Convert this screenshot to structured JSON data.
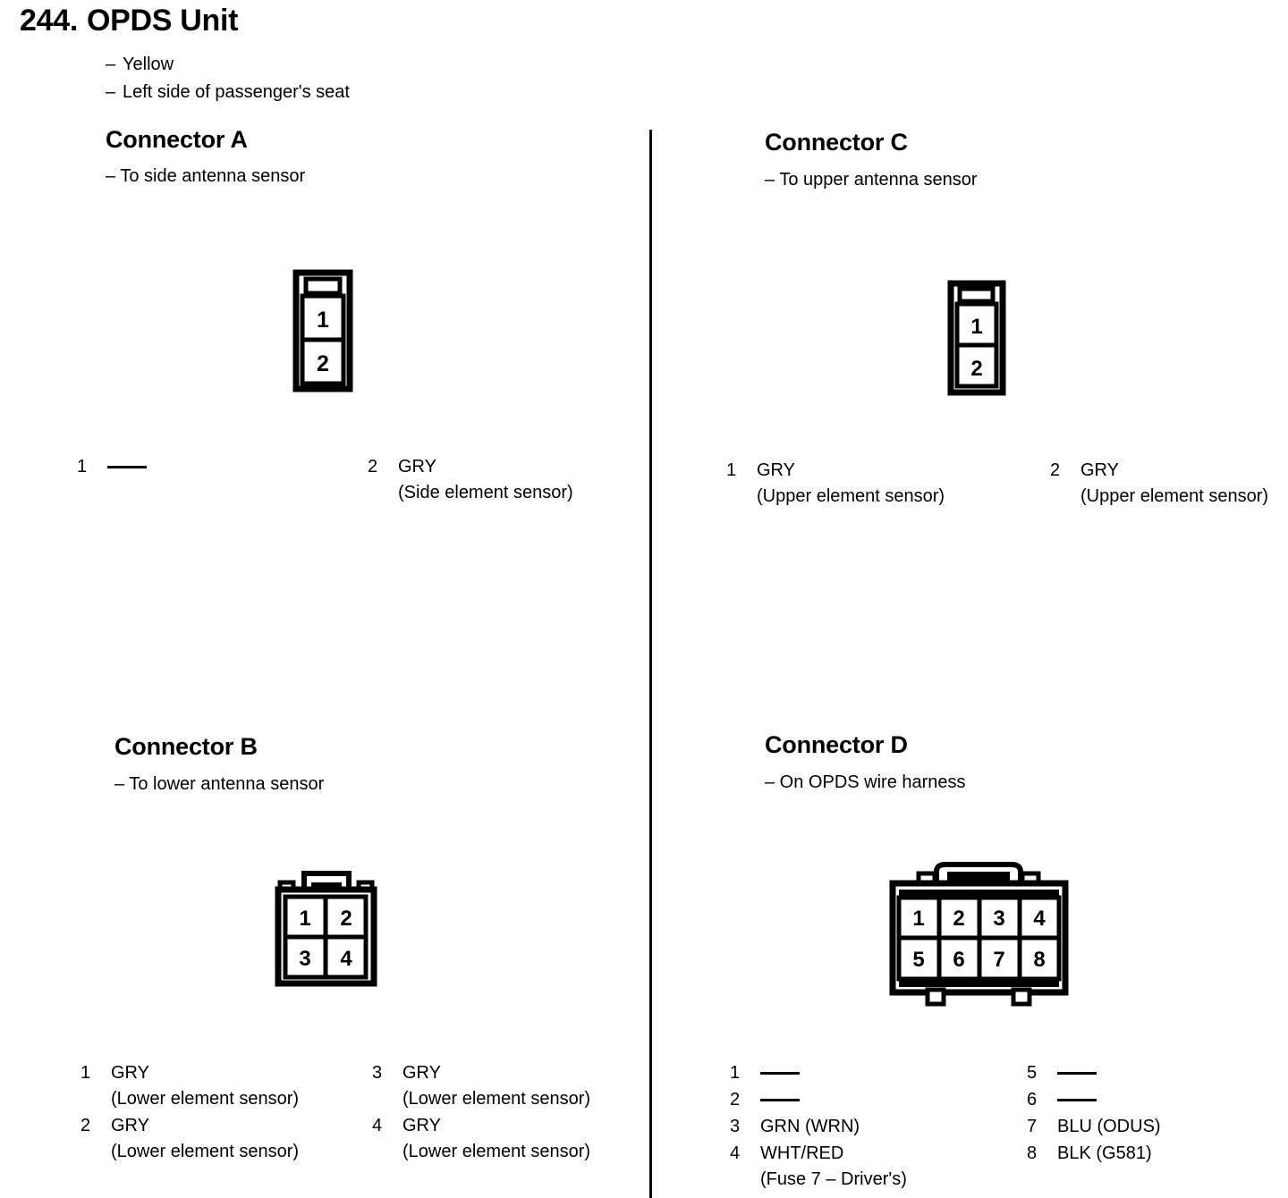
{
  "page": {
    "number": "244.",
    "title": "OPDS Unit",
    "notes": [
      "Yellow",
      "Left side of passenger's seat"
    ],
    "dash": "–"
  },
  "connectors": [
    {
      "id": "a",
      "title": "Connector A",
      "subtitle": "– To side antenna sensor",
      "layout": "2-pin-vertical",
      "cavities": [
        "1",
        "2"
      ],
      "pins_left": [
        {
          "no": "1",
          "wire": "",
          "detail": "",
          "empty": true
        }
      ],
      "pins_right": [
        {
          "no": "2",
          "wire": "GRY",
          "detail": "(Side element sensor)",
          "empty": false
        }
      ]
    },
    {
      "id": "b",
      "title": "Connector B",
      "subtitle": "– To lower antenna sensor",
      "layout": "4-pin-grid",
      "cavities": [
        "1",
        "2",
        "3",
        "4"
      ],
      "pins_left": [
        {
          "no": "1",
          "wire": "GRY",
          "detail": "(Lower element sensor)",
          "empty": false
        },
        {
          "no": "2",
          "wire": "GRY",
          "detail": "(Lower element sensor)",
          "empty": false
        }
      ],
      "pins_right": [
        {
          "no": "3",
          "wire": "GRY",
          "detail": "(Lower element sensor)",
          "empty": false
        },
        {
          "no": "4",
          "wire": "GRY",
          "detail": "(Lower element sensor)",
          "empty": false
        }
      ]
    },
    {
      "id": "c",
      "title": "Connector C",
      "subtitle": "– To upper antenna sensor",
      "layout": "2-pin-vertical",
      "cavities": [
        "1",
        "2"
      ],
      "pins_left": [
        {
          "no": "1",
          "wire": "GRY",
          "detail": "(Upper element sensor)",
          "empty": false
        }
      ],
      "pins_right": [
        {
          "no": "2",
          "wire": "GRY",
          "detail": "(Upper element sensor)",
          "empty": false
        }
      ]
    },
    {
      "id": "d",
      "title": "Connector D",
      "subtitle": "– On OPDS wire harness",
      "layout": "8-pin-grid",
      "cavities": [
        "1",
        "2",
        "3",
        "4",
        "5",
        "6",
        "7",
        "8"
      ],
      "pins_left": [
        {
          "no": "1",
          "wire": "",
          "detail": "",
          "empty": true
        },
        {
          "no": "2",
          "wire": "",
          "detail": "",
          "empty": true
        },
        {
          "no": "3",
          "wire": "GRN (WRN)",
          "detail": "",
          "empty": false
        },
        {
          "no": "4",
          "wire": "WHT/RED",
          "detail": "(Fuse 7 – Driver's)",
          "empty": false
        }
      ],
      "pins_right": [
        {
          "no": "5",
          "wire": "",
          "detail": "",
          "empty": true
        },
        {
          "no": "6",
          "wire": "",
          "detail": "",
          "empty": true
        },
        {
          "no": "7",
          "wire": "BLU (ODUS)",
          "detail": "",
          "empty": false
        },
        {
          "no": "8",
          "wire": "BLK (G581)",
          "detail": "",
          "empty": false
        }
      ]
    }
  ],
  "colors": {
    "ink": "#000000",
    "paper": "#ffffff"
  }
}
